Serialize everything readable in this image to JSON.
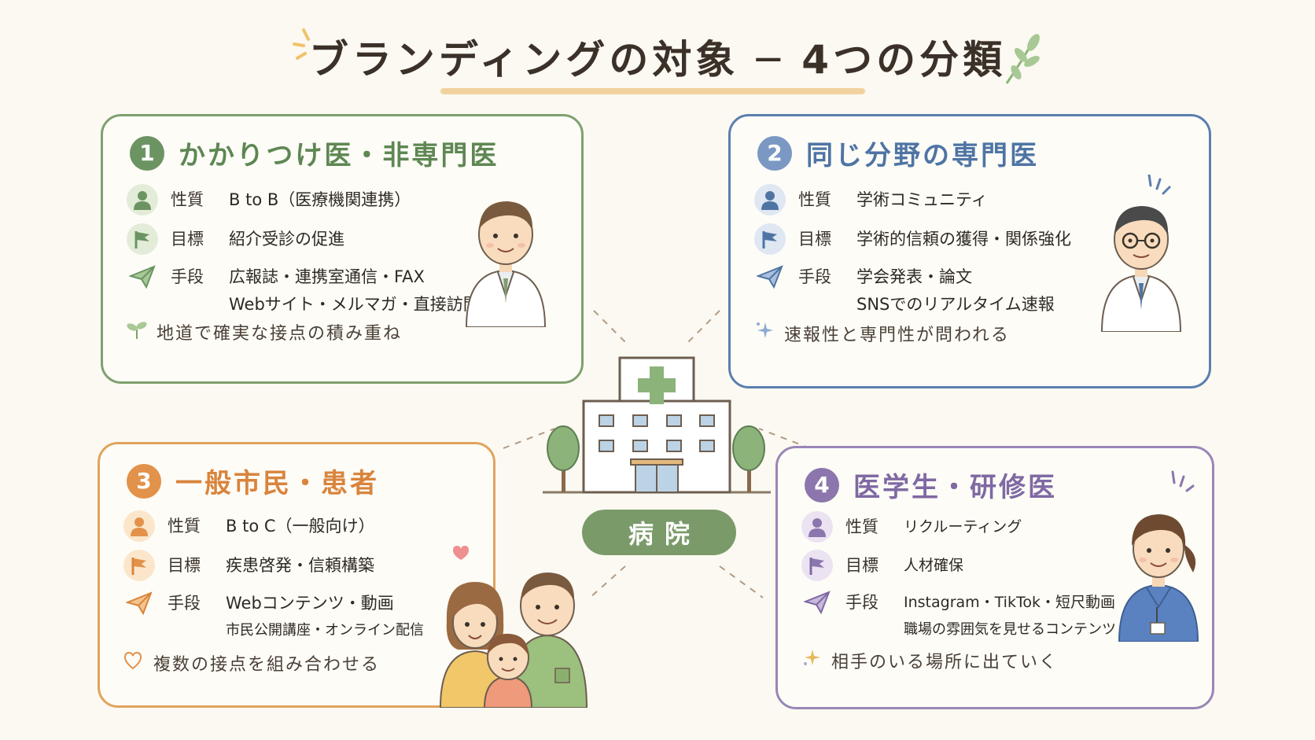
{
  "title": "ブランディングの対象 ─ 4つの分類",
  "center_label": "病院",
  "categories": [
    {
      "num": "1",
      "heading": "かかりつけ医・非専門医",
      "rows": [
        {
          "label": "性質",
          "value": "B to B（医療機関連携）",
          "value2": ""
        },
        {
          "label": "目標",
          "value": "紹介受診の促進",
          "value2": ""
        },
        {
          "label": "手段",
          "value": "広報誌・連携室通信・FAX",
          "value2": "Webサイト・メルマガ・直接訪問"
        }
      ],
      "note": "地道で確実な接点の積み重ね",
      "color": "#7fa06e"
    },
    {
      "num": "2",
      "heading": "同じ分野の専門医",
      "rows": [
        {
          "label": "性質",
          "value": "学術コミュニティ",
          "value2": ""
        },
        {
          "label": "目標",
          "value": "学術的信頼の獲得・関係強化",
          "value2": ""
        },
        {
          "label": "手段",
          "value": "学会発表・論文",
          "value2": "SNSでのリアルタイム速報"
        }
      ],
      "note": "速報性と専門性が問われる",
      "color": "#5b7fae"
    },
    {
      "num": "3",
      "heading": "一般市民・患者",
      "rows": [
        {
          "label": "性質",
          "value": "B to C（一般向け）",
          "value2": ""
        },
        {
          "label": "目標",
          "value": "疾患啓発・信頼構築",
          "value2": ""
        },
        {
          "label": "手段",
          "value": "Webコンテンツ・動画",
          "value2": "市民公開講座・オンライン配信"
        }
      ],
      "note": "複数の接点を組み合わせる",
      "color": "#e0a45d"
    },
    {
      "num": "4",
      "heading": "医学生・研修医",
      "rows": [
        {
          "label": "性質",
          "value": "リクルーティング",
          "value2": ""
        },
        {
          "label": "目標",
          "value": "人材確保",
          "value2": ""
        },
        {
          "label": "手段",
          "value": "Instagram・TikTok・短尺動画",
          "value2": "職場の雰囲気を見せるコンテンツ"
        }
      ],
      "note": "相手のいる場所に出ていく",
      "color": "#9a86b7"
    }
  ],
  "icons": [
    "person-icon",
    "flag-icon",
    "paper-plane-icon",
    "sprout-icon",
    "sparkle-icon",
    "heart-icon",
    "hospital-icon",
    "tree-icon",
    "doctor-illustration",
    "family-illustration"
  ]
}
